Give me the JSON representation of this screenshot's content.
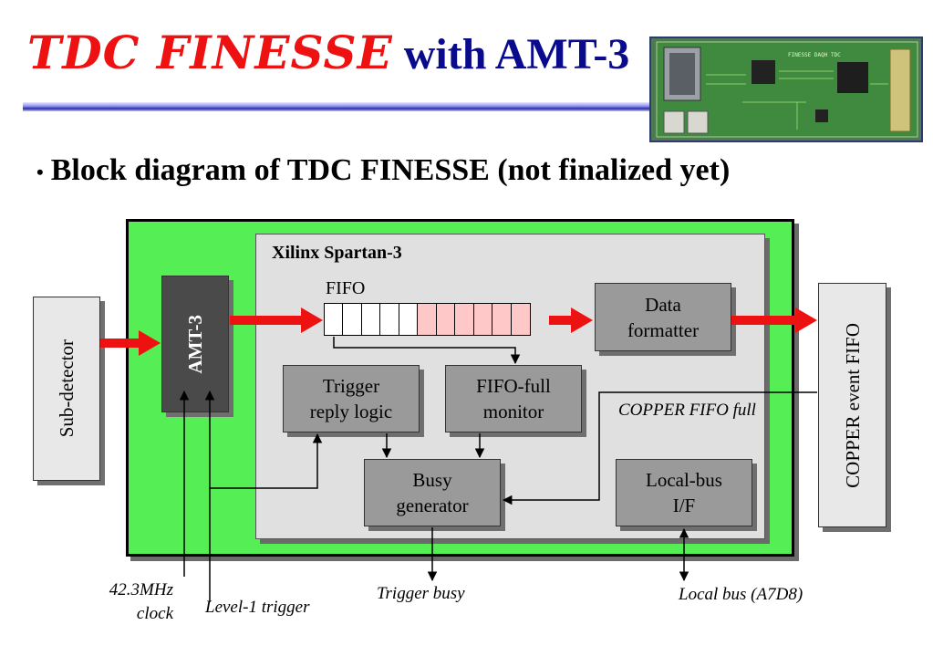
{
  "title": {
    "accent": "TDC FINESSE",
    "main": "with AMT-3"
  },
  "bullet": "Block diagram of TDC FINESSE (not finalized yet)",
  "photo_board_text": "FINESSE DAQH TDC",
  "diagram": {
    "fpga_label": "Xilinx Spartan-3",
    "fifo_label": "FIFO",
    "sub_detector": "Sub-detector",
    "amt3": "AMT-3",
    "data_formatter": [
      "Data",
      "formatter"
    ],
    "copper_fifo": "COPPER event FIFO",
    "trigger_reply": [
      "Trigger",
      "reply logic"
    ],
    "fifo_full_monitor": [
      "FIFO-full",
      "monitor"
    ],
    "busy_generator": [
      "Busy",
      "generator"
    ],
    "local_bus_if": [
      "Local-bus",
      "I/F"
    ],
    "copper_fifo_full": "COPPER FIFO full",
    "clock_label": [
      "42.3MHz",
      "clock"
    ],
    "level1_trigger": "Level-1 trigger",
    "trigger_busy": "Trigger busy",
    "local_bus": "Local bus (A7D8)",
    "colors": {
      "board": "#55ee55",
      "arrow": "#ee1111",
      "fifo_filled": "#ffc8c8"
    }
  }
}
